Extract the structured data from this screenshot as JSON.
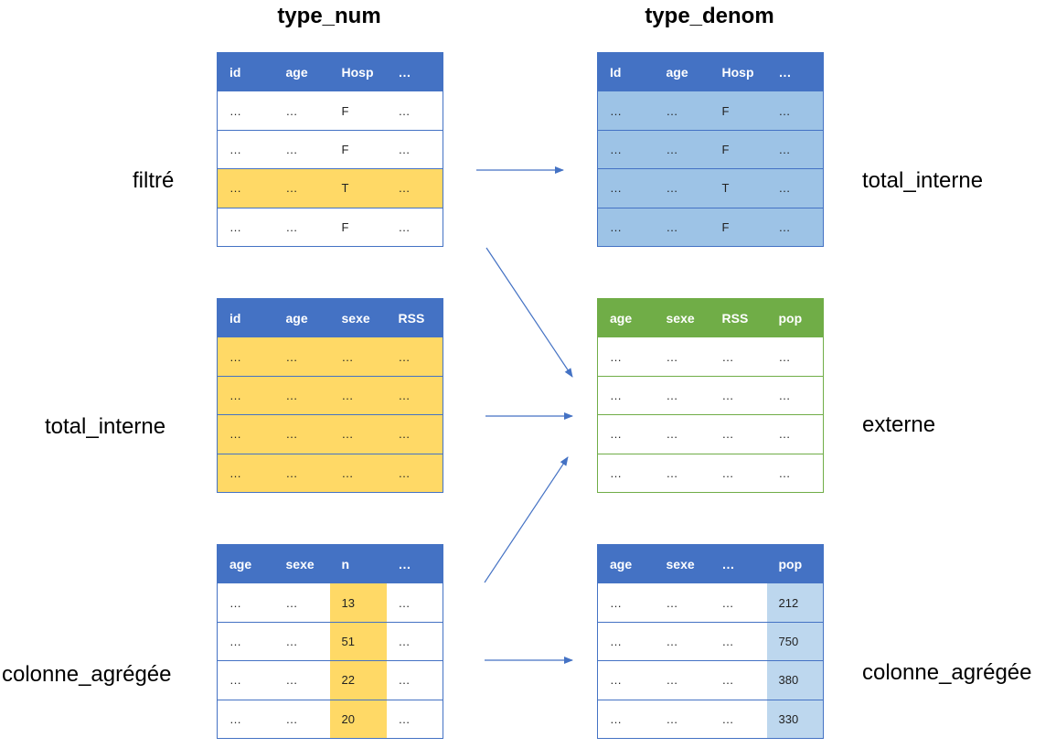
{
  "col_titles": {
    "left": "type_num",
    "right": "type_denom"
  },
  "labels": {
    "left": [
      "filtré",
      "total_interne",
      "colonne_agrégée"
    ],
    "right": [
      "total_interne",
      "externe",
      "colonne_agrégée"
    ]
  },
  "tables": {
    "num_filtre": {
      "headers": [
        "id",
        "age",
        "Hosp",
        "…"
      ],
      "rows": [
        [
          "…",
          "…",
          "F",
          "…"
        ],
        [
          "…",
          "…",
          "F",
          "…"
        ],
        [
          "…",
          "…",
          "T",
          "…"
        ],
        [
          "…",
          "…",
          "F",
          "…"
        ]
      ]
    },
    "num_total": {
      "headers": [
        "id",
        "age",
        "sexe",
        "RSS"
      ],
      "rows": [
        [
          "…",
          "…",
          "…",
          "…"
        ],
        [
          "…",
          "…",
          "…",
          "…"
        ],
        [
          "…",
          "…",
          "…",
          "…"
        ],
        [
          "…",
          "…",
          "…",
          "…"
        ]
      ]
    },
    "num_agg": {
      "headers": [
        "age",
        "sexe",
        "n",
        "…"
      ],
      "rows": [
        [
          "…",
          "…",
          "13",
          "…"
        ],
        [
          "…",
          "…",
          "51",
          "…"
        ],
        [
          "…",
          "…",
          "22",
          "…"
        ],
        [
          "…",
          "…",
          "20",
          "…"
        ]
      ]
    },
    "denom_total": {
      "headers": [
        "Id",
        "age",
        "Hosp",
        "…"
      ],
      "rows": [
        [
          "…",
          "…",
          "F",
          "…"
        ],
        [
          "…",
          "…",
          "F",
          "…"
        ],
        [
          "…",
          "…",
          "T",
          "…"
        ],
        [
          "…",
          "…",
          "F",
          "…"
        ]
      ]
    },
    "denom_externe": {
      "headers": [
        "age",
        "sexe",
        "RSS",
        "pop"
      ],
      "rows": [
        [
          "…",
          "…",
          "…",
          "…"
        ],
        [
          "…",
          "…",
          "…",
          "…"
        ],
        [
          "…",
          "…",
          "…",
          "…"
        ],
        [
          "…",
          "…",
          "…",
          "…"
        ]
      ]
    },
    "denom_agg": {
      "headers": [
        "age",
        "sexe",
        "…",
        "pop"
      ],
      "rows": [
        [
          "…",
          "…",
          "…",
          "212"
        ],
        [
          "…",
          "…",
          "…",
          "750"
        ],
        [
          "…",
          "…",
          "…",
          "380"
        ],
        [
          "…",
          "…",
          "…",
          "330"
        ]
      ]
    }
  },
  "colors": {
    "blue": "#4472c4",
    "green": "#70ad47",
    "yellow": "#ffd966",
    "light_blue": "#9dc3e6"
  }
}
